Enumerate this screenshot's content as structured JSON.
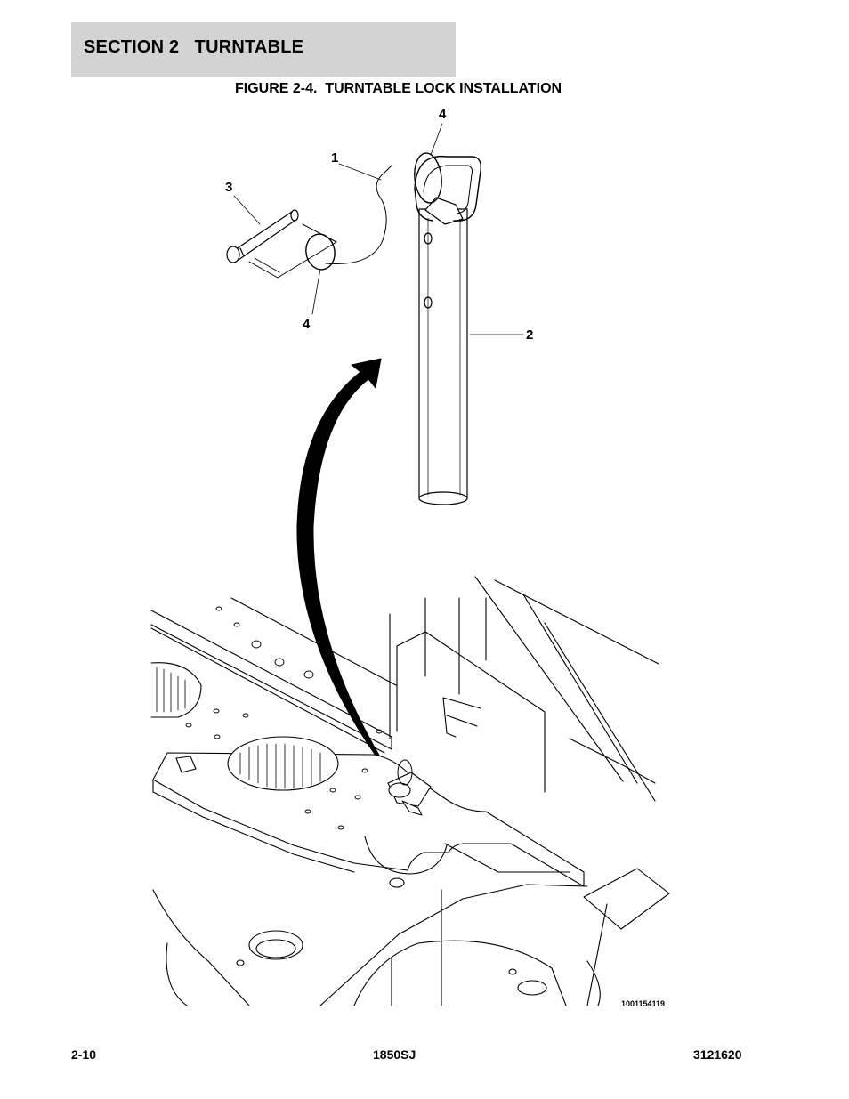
{
  "header": {
    "section_title": "SECTION 2   TURNTABLE"
  },
  "figure": {
    "title": "FIGURE 2-4.  TURNTABLE LOCK INSTALLATION",
    "callouts": {
      "c1": "1",
      "c2": "2",
      "c3": "3",
      "c4_top": "4",
      "c4_bottom": "4"
    },
    "drawing_number": "1001154119"
  },
  "footer": {
    "page_number": "2-10",
    "model": "1850SJ",
    "manual_number": "3121620"
  }
}
